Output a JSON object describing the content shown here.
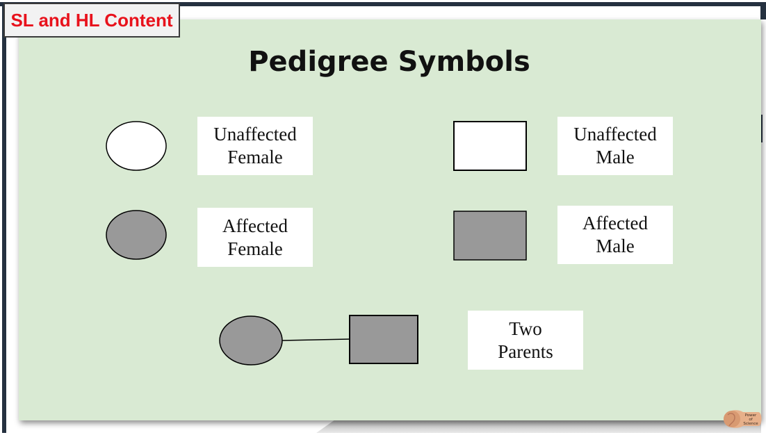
{
  "tag": {
    "text": "SL and HL Content"
  },
  "title": "Pedigree Symbols",
  "labels": {
    "unaffected_female": "Unaffected\nFemale",
    "unaffected_male": "Unaffected\nMale",
    "affected_female": "Affected\nFemale",
    "affected_male": "Affected\nMale",
    "two_parents": "Two\nParents"
  },
  "logo": {
    "line1": "Power",
    "line2": "of",
    "line3": "Science"
  },
  "colors": {
    "slide_bg": "#d9ead3",
    "affected_fill": "#999999",
    "unaffected_fill": "#ffffff",
    "tag_text": "#e8121c"
  },
  "icons": [
    "power-of-science-logo"
  ]
}
